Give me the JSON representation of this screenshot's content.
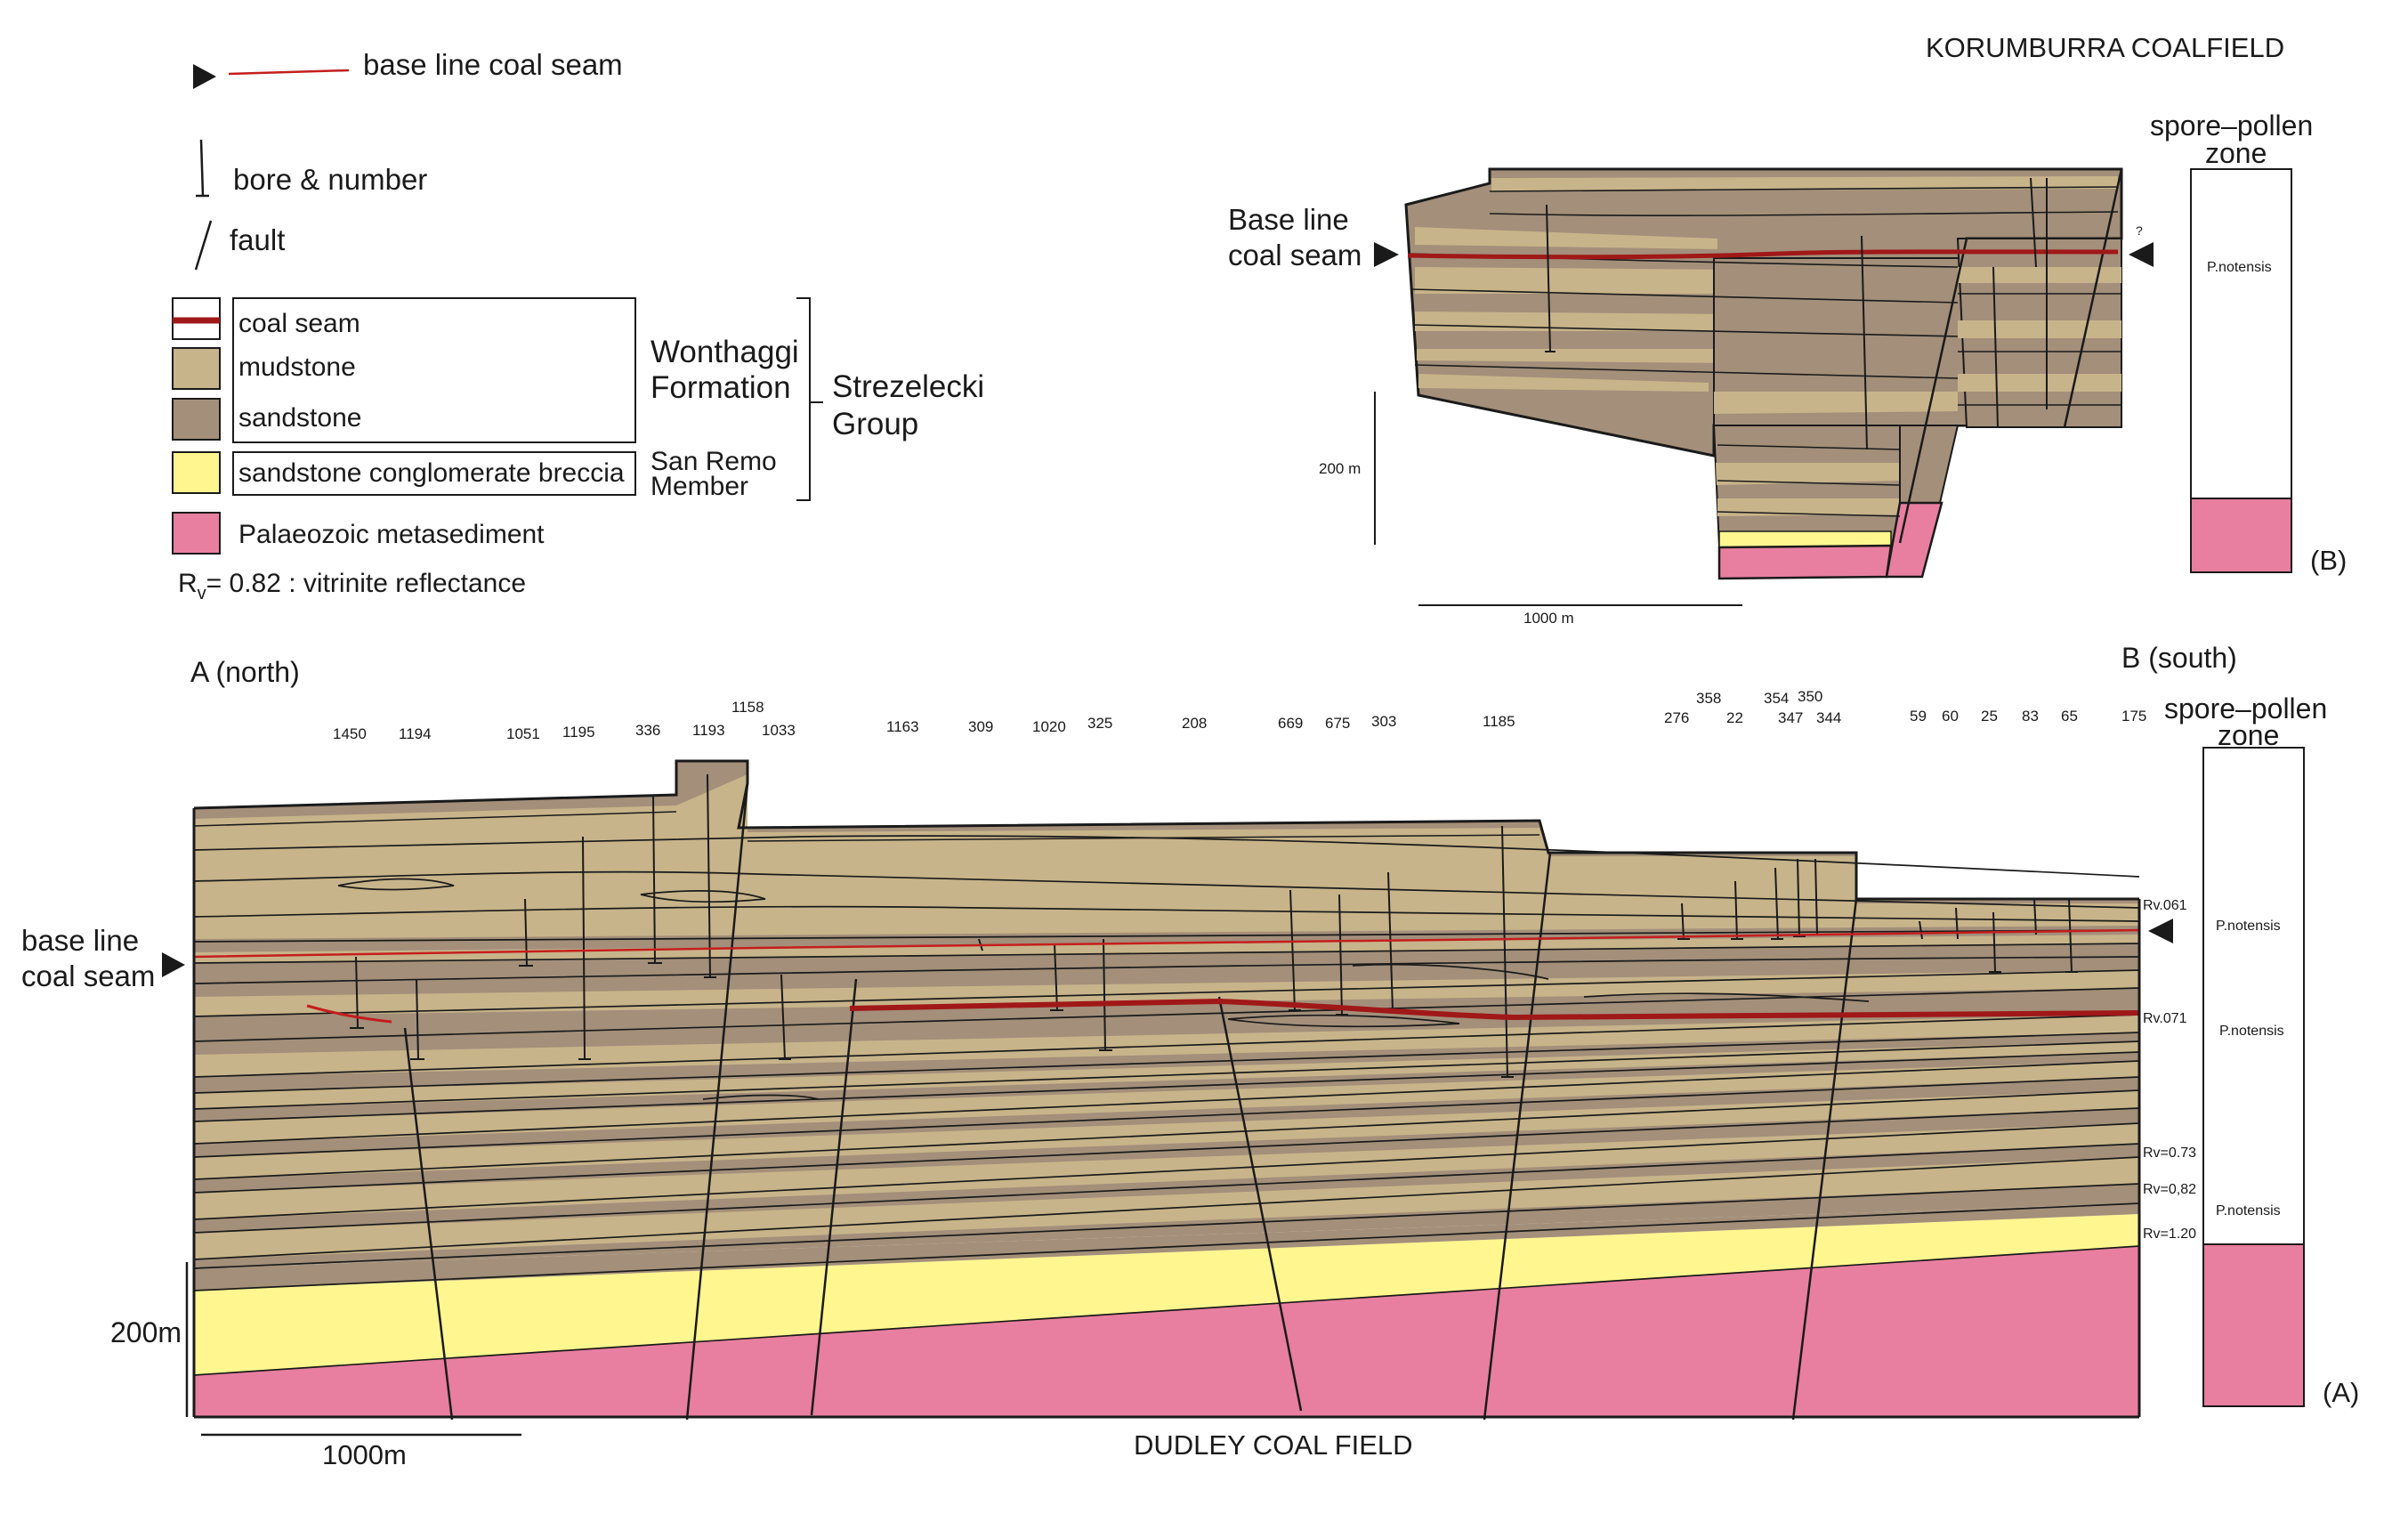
{
  "legend": {
    "base_line": "base line coal seam",
    "bore": "bore & number",
    "fault": "fault",
    "coal_seam": "coal seam",
    "mudstone": "mudstone",
    "sandstone": "sandstone",
    "conglomerate": "sandstone conglomerate breccia",
    "palaeozoic": "Palaeozoic metasediment",
    "rv_prefix": "R",
    "rv_sub": "v",
    "rv_rest": "= 0.82 : vitrinite reflectance",
    "wonthaggi_1": "Wonthaggi",
    "wonthaggi_2": "Formation",
    "san_remo_1": "San Remo",
    "san_remo_2": "Member",
    "strzelecki_1": "Strezelecki",
    "strzelecki_2": "Group"
  },
  "korumburra": {
    "title": "KORUMBURRA COALFIELD",
    "base_line_1": "Base line",
    "base_line_2": "coal seam",
    "spore_1": "spore–pollen",
    "spore_2": "zone",
    "zone_label": "P.notensis",
    "panel_label": "(B)",
    "scale_v": "200 m",
    "scale_h": "1000 m",
    "query": "?"
  },
  "dudley": {
    "title": "DUDLEY COAL FIELD",
    "north": "A (north)",
    "south": "B (south)",
    "base_line_1": "base line",
    "base_line_2": "coal seam",
    "spore_1": "spore–pollen",
    "spore_2": "zone",
    "zones": [
      "P.notensis",
      "P.notensis",
      "P.notensis"
    ],
    "panel_label": "(A)",
    "scale_v": "200m",
    "scale_h": "1000m",
    "rv_labels": [
      "Rv.061",
      "Rv.071",
      "Rv=0.73",
      "Rv=0,82",
      "Rv=1.20"
    ],
    "bores": [
      "1450",
      "1194",
      "1051",
      "1195",
      "336",
      "1193",
      "1158",
      "1033",
      "1163",
      "309",
      "1020",
      "325",
      "208",
      "669",
      "675",
      "303",
      "1185",
      "358",
      "276",
      "22",
      "354",
      "350",
      "347",
      "344",
      "59",
      "60",
      "25",
      "83",
      "65",
      "175"
    ]
  },
  "colors": {
    "mudstone": "#c8b48a",
    "sandstone": "#a38f7a",
    "conglomerate": "#fff68f",
    "palaeozoic": "#e87fa0",
    "coal_seam": "#a01818"
  }
}
